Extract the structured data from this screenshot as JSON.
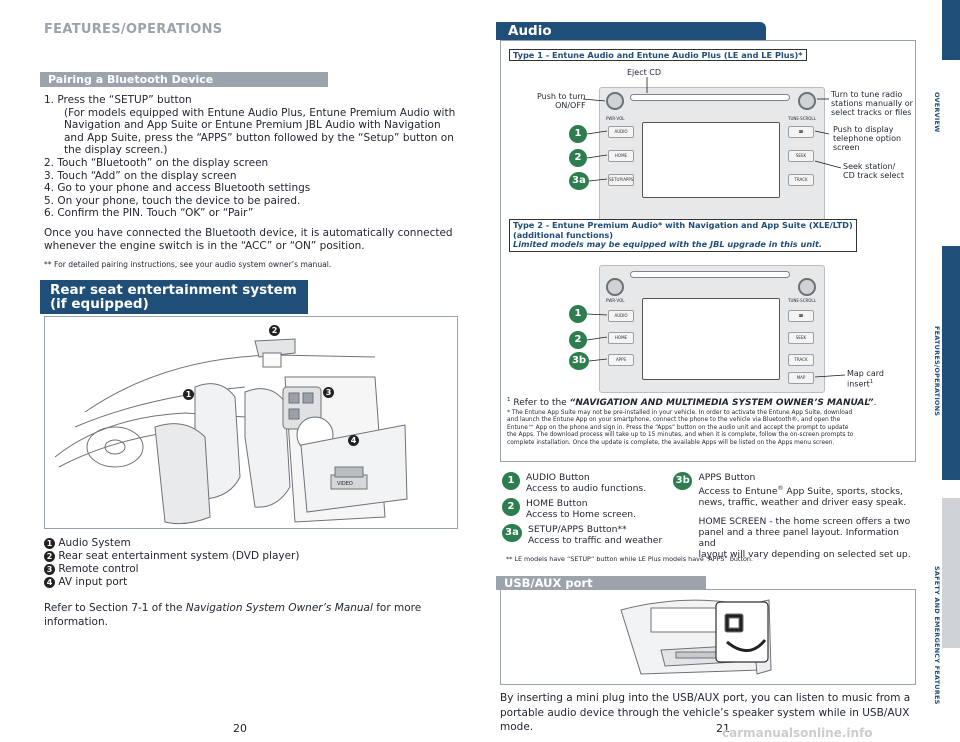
{
  "left": {
    "section_title": "FEATURES/OPERATIONS",
    "pairing": {
      "heading": "Pairing a Bluetooth Device",
      "steps": [
        "1. Press the “SETUP” button",
        "(For models equipped with Entune Audio Plus, Entune Premium Audio with",
        "Navigation and App Suite or Entune Premium JBL Audio with Navigation",
        "and App Suite, press the “APPS” button followed by the “Setup” button on",
        "the display screen.)",
        "2. Touch “Bluetooth” on the display screen",
        "3. Touch “Add” on the display screen",
        "4. Go to your phone and access Bluetooth settings",
        "5. On your phone, touch the device to be paired.",
        "6. Confirm the PIN. Touch “OK” or “Pair”"
      ],
      "note_line1": "Once you have connected the Bluetooth device, it is automatically connected",
      "note_line2": "whenever the engine switch is in the “ACC” or “ON” position.",
      "footnote": "** For detailed pairing instructions, see your audio system owner’s manual."
    },
    "rse": {
      "heading_line1": "Rear seat entertainment system",
      "heading_line2": "(if equipped)",
      "callouts": [
        "1",
        "2",
        "3",
        "4"
      ],
      "video_label": "VIDEO",
      "legend": [
        {
          "num": "1",
          "text": "Audio System"
        },
        {
          "num": "2",
          "text": "Rear seat entertainment system (DVD player)"
        },
        {
          "num": "3",
          "text": "Remote control"
        },
        {
          "num": "4",
          "text": "AV input port"
        }
      ],
      "refer_prefix": "Refer to Section 7-1 of the ",
      "refer_italic": "Navigation System Owner’s Manual",
      "refer_suffix": " for more",
      "refer_line2": "information."
    },
    "page_number": "20"
  },
  "right": {
    "audio_heading": "Audio",
    "type1_label": "Type 1 - Entune Audio and Entune Audio Plus (LE and LE Plus)*",
    "type1_annotations": {
      "eject": "Eject CD",
      "power_line1": "Push to turn",
      "power_line2": "ON/OFF",
      "tune_line1": "Turn to tune radio",
      "tune_line2": "stations manually or",
      "tune_line3": "select tracks or files",
      "phone_line1": "Push to display",
      "phone_line2": "telephone option",
      "phone_line3": "screen",
      "seek_line1": "Seek station/",
      "seek_line2": "CD track select"
    },
    "type1_badges": [
      "1",
      "2",
      "3a"
    ],
    "radio_labels": {
      "pwr": "PWR·VOL",
      "tune": "TUNE·SCROLL",
      "audio": "AUDIO",
      "home": "HOME",
      "setup": "SETUP/APPS",
      "seek": "SEEK",
      "track": "TRACK",
      "apps": "APPS",
      "map": "MAP"
    },
    "type2_label_line1": "Type 2 - Entune Premium Audio* with Navigation and App Suite (XLE/LTD)",
    "type2_label_line2": "(additional functions)",
    "type2_label_line3": "Limited models may be equipped with the JBL upgrade in this unit.",
    "type2_badges": [
      "1",
      "2",
      "3b"
    ],
    "type2_annotations": {
      "map_line1": "Map card",
      "map_line2": "insert",
      "map_sup": "1"
    },
    "refer_sup": "1",
    "refer_prefix": " Refer to the ",
    "refer_italic": "“NAVIGATION AND MULTIMEDIA SYSTEM OWNER’S MANUAL”",
    "refer_suffix": ".",
    "app_note": [
      "* The Entune App Suite may not be pre-installed in your vehicle. In order to activate the Entune App Suite, download",
      "and launch the Entune App on your smartphone, connect the phone to the vehicle via Bluetooth®, and open the",
      "Entune™ App on the phone and sign in. Press the “Apps” button on the audio unit and accept the prompt to update",
      "the Apps. The download process will take up to 15 minutes, and when it is complete, follow the on-screen prompts to",
      "complete installation. Once the update is complete, the available Apps will be listed on the Apps menu screen."
    ],
    "buttons_legend": [
      {
        "num": "1",
        "title": "AUDIO Button",
        "desc": "Access to audio functions."
      },
      {
        "num": "2",
        "title": "HOME Button",
        "desc": "Access to Home screen."
      },
      {
        "num": "3a",
        "title": "SETUP/APPS Button**",
        "desc": "Access to traffic and weather"
      }
    ],
    "apps_legend": {
      "num": "3b",
      "title": "APPS Button",
      "desc1_a": "Access to Entune",
      "desc1_sup": "®",
      "desc1_b": " App Suite, sports, stocks,",
      "desc2": "news, traffic, weather and driver easy speak.",
      "home1": "HOME SCREEN - the home screen offers a two",
      "home2": "panel and a three panel layout. Information and",
      "home3": "layout will vary depending on selected set up."
    },
    "le_note": "** LE models have “SETUP” button while LE Plus models have “APPS” button.",
    "usb_heading": "USB/AUX port",
    "usb_line1": "By inserting a mini plug into the USB/AUX port, you can listen to music from a",
    "usb_line2": "portable audio device through the vehicle’s speaker system while in USB/AUX mode.",
    "page_number": "21",
    "watermark": "carmanualsonline.info"
  },
  "side_tabs": [
    "OVERVIEW",
    "FEATURES/OPERATIONS",
    "SAFETY AND EMERGENCY FEATURES"
  ],
  "colors": {
    "navy": "#1f4e79",
    "green": "#2e7d4f",
    "grey_bar": "#9ba4ad"
  }
}
